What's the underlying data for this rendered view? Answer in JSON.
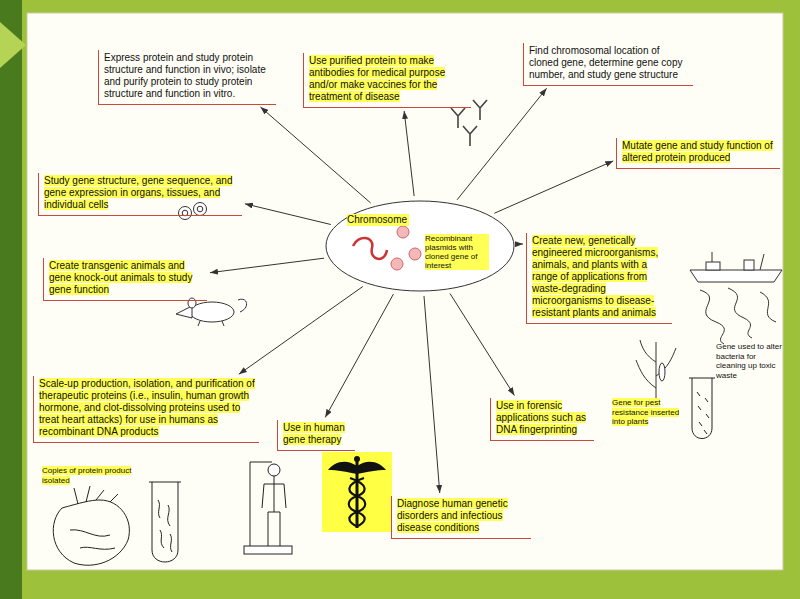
{
  "diagram": {
    "nodes": [
      {
        "text": [
          "Chromosome",
          "Recombinant plasmids with cloned gene of interest"
        ]
      },
      {
        "text": [
          "Express protein and study protein structure and function in vivo; isolate and purify protein to study protein structure and function in vitro."
        ]
      },
      {
        "text": [
          "Use purified protein to make antibodies for medical purpose and/or make vaccines for the treatment of disease"
        ]
      },
      {
        "text": [
          "Find chromosomal location of cloned gene, determine gene copy number, and study gene structure"
        ]
      },
      {
        "text": [
          "Study gene structure, gene sequence, and gene expression in organs, tissues, and individual cells"
        ]
      },
      {
        "text": [
          "Mutate gene and study function of altered protein produced"
        ]
      },
      {
        "text": [
          "Create transgenic animals and gene knock-out animals to study gene function"
        ]
      },
      {
        "text": [
          "Create new, genetically engineered microorganisms, animals, and plants with a range of applications from waste-degrading microorganisms to disease-resistant plants and animals"
        ]
      },
      {
        "text": [
          "Scale-up production, isolation, and purification of therapeutic proteins (i.e., insulin, human growth hormone, and clot-dissolving proteins used to treat heart attacks) for use in humans as recombinant DNA products"
        ]
      },
      {
        "text": [
          "Use in human gene therapy"
        ]
      },
      {
        "text": [
          "Use in forensic applications such as DNA fingerprinting"
        ]
      },
      {
        "text": [
          "Diagnose human genetic disorders and infectious disease conditions"
        ]
      }
    ],
    "edges": [
      {
        "from": 0,
        "to": 1,
        "arrow": "to"
      },
      {
        "from": 0,
        "to": 2,
        "arrow": "to"
      },
      {
        "from": 0,
        "to": 3,
        "arrow": "to"
      },
      {
        "from": 0,
        "to": 4,
        "arrow": "to"
      },
      {
        "from": 0,
        "to": 5,
        "arrow": "to"
      },
      {
        "from": 0,
        "to": 6,
        "arrow": "to"
      },
      {
        "from": 0,
        "to": 7,
        "arrow": "to"
      },
      {
        "from": 0,
        "to": 8,
        "arrow": "to"
      },
      {
        "from": 0,
        "to": 9,
        "arrow": "to"
      },
      {
        "from": 0,
        "to": 10,
        "arrow": "to"
      },
      {
        "from": 0,
        "to": 11,
        "arrow": "to"
      }
    ],
    "labels": [
      "Copies of protein product isolated",
      "Gene for pest resistance inserted into plants",
      "Gene used to alter bacteria for cleaning up toxic waste"
    ]
  }
}
